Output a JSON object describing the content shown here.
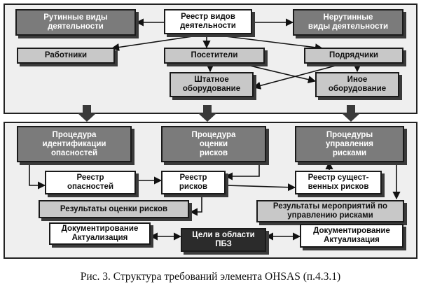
{
  "diagram": {
    "top_panel": {
      "routine": "Рутинные виды\nдеятельности",
      "registry_activities": "Реестр видов\nдеятельности",
      "nonroutine": "Нерутинные\nвиды деятельности",
      "workers": "Работники",
      "visitors": "Посетители",
      "contractors": "Подрядчики",
      "standard_equipment": "Штатное\nоборудование",
      "other_equipment": "Иное\nоборудование"
    },
    "bottom_panel": {
      "hazard_id_procedure": "Процедура\nидентификации\nопасностей",
      "risk_assessment_procedure": "Процедура\nоценки\nрисков",
      "risk_management_procedures": "Процедуры\nуправления\nрисками",
      "hazard_registry": "Реестр\nопасностей",
      "risk_registry": "Реестр\nрисков",
      "significant_risk_registry": "Реестр сущест-\nвенных рисков",
      "risk_assessment_results": "Результаты оценки рисков",
      "risk_management_results": "Результаты мероприятий по\nуправлению рисками",
      "documenting_left": "Документирование\nАктуализация",
      "goals": "Цели в области\nПБЗ",
      "documenting_right": "Документирование\nАктуализация"
    },
    "caption": "Рис. 3. Структура требований элемента  OHSAS (п.4.3.1)"
  },
  "colors": {
    "dark_box": "#7b7b7b",
    "mid_box": "#c8c8c8",
    "light_box": "#ffffff",
    "goal_box": "#2b2b2b",
    "panel_bg": "#efefef"
  }
}
